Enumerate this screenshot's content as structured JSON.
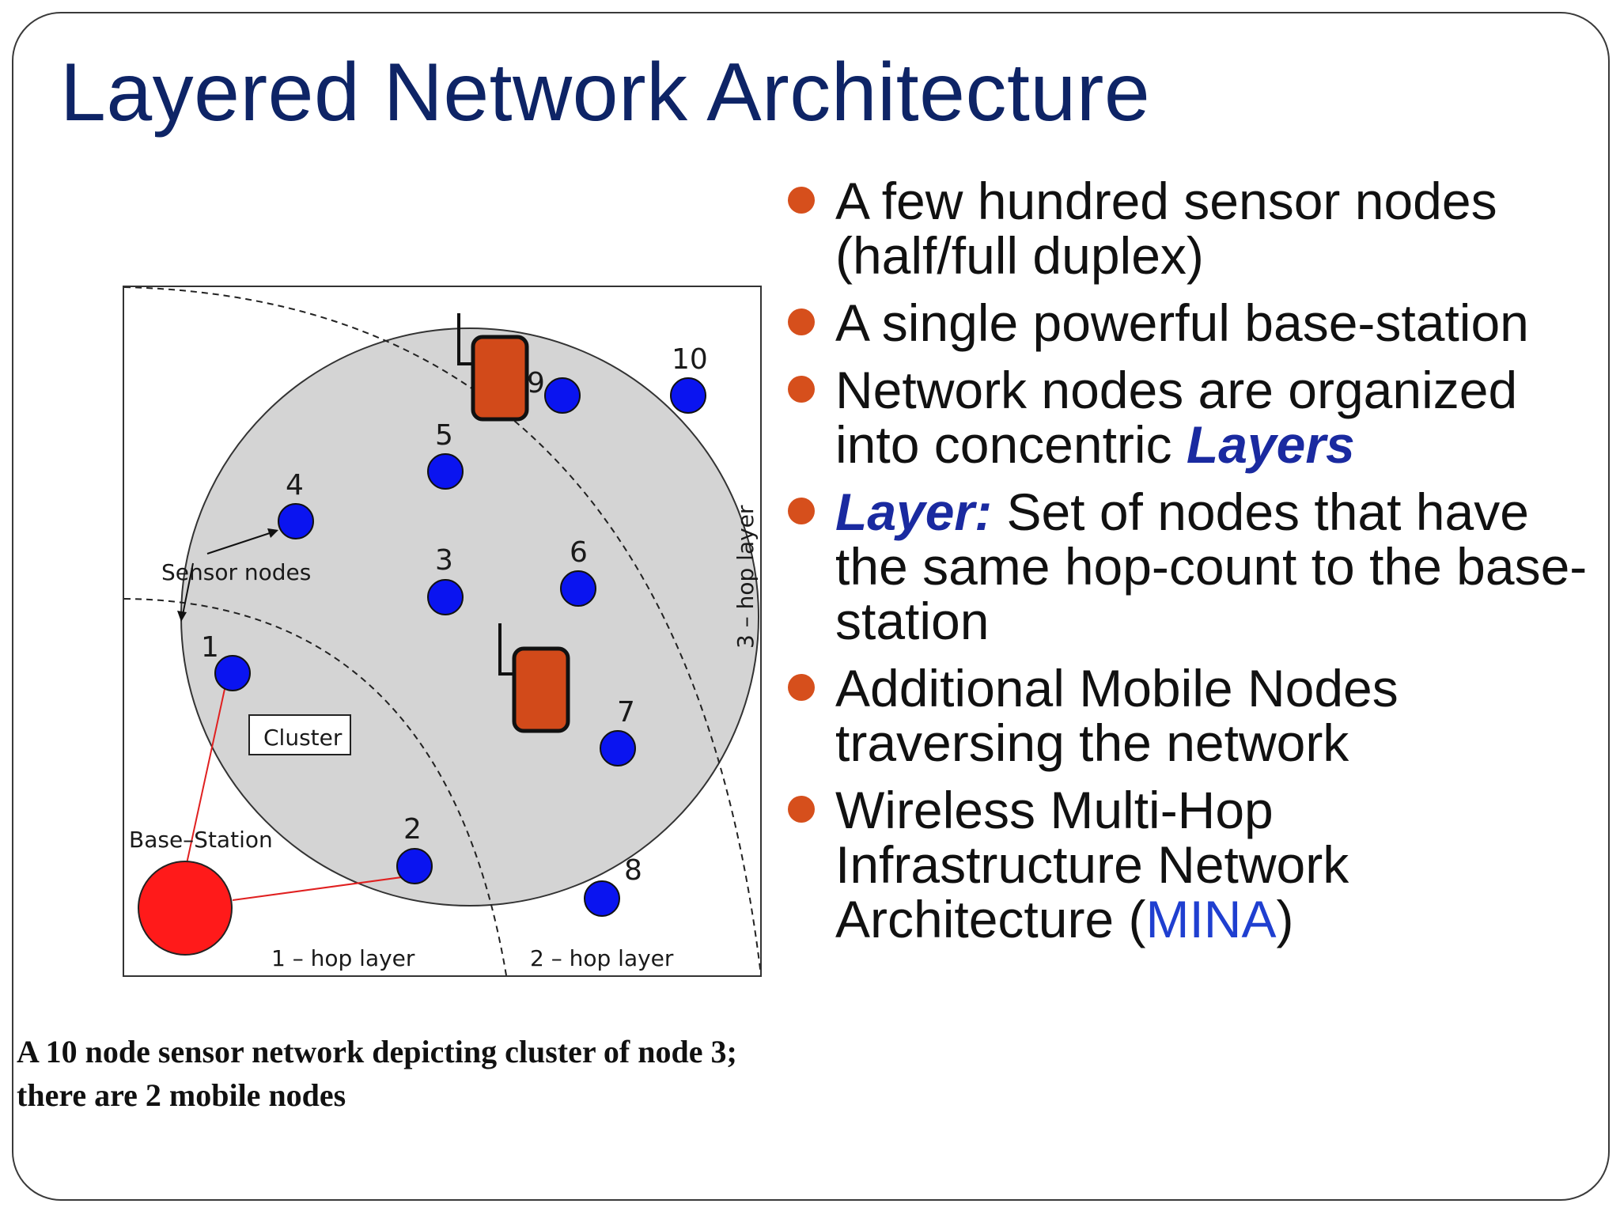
{
  "slide": {
    "title": "Layered Network Architecture"
  },
  "bullets": [
    {
      "text": "A few hundred sensor nodes (half/full duplex)"
    },
    {
      "text": "A single powerful base-station"
    },
    {
      "prefix": "Network nodes are organized into concentric ",
      "emphasis": "Layers"
    },
    {
      "emphasis": "Layer:",
      "suffix": " Set of nodes that have the same hop-count to the base-station"
    },
    {
      "text": "Additional Mobile Nodes traversing the network"
    },
    {
      "prefix": "Wireless Multi-Hop Infrastructure Network Architecture (",
      "highlight": "MINA",
      "suffix": ")"
    }
  ],
  "figure": {
    "node_labels": [
      "1",
      "2",
      "3",
      "4",
      "5",
      "6",
      "7",
      "8",
      "9",
      "10"
    ],
    "sensor_nodes_label": "Sensor nodes",
    "cluster_label": "Cluster",
    "base_station_label": "Base–Station",
    "layer_labels": {
      "one_hop": "1 – hop layer",
      "two_hop": "2 – hop layer",
      "three_hop": "3 – hop layer"
    },
    "colors": {
      "sensor_node": "#0a14f0",
      "base_station": "#ff1a1a",
      "mobile_node": "#d24a1a",
      "cluster_region": "#d4d4d4",
      "link": "#e02020"
    }
  },
  "caption": {
    "line1": "A 10 node sensor network depicting cluster of node 3;",
    "line2": "there are 2 mobile nodes"
  }
}
